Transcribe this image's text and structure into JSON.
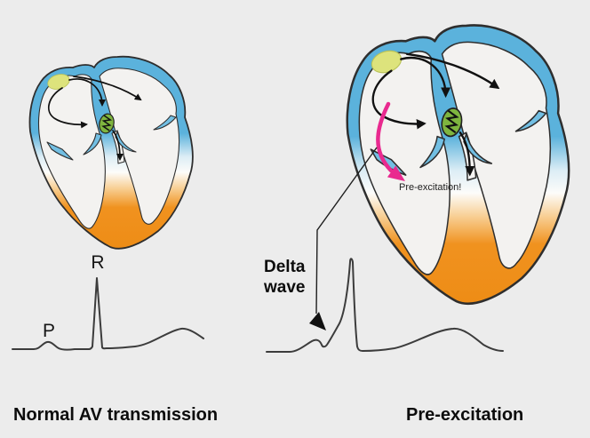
{
  "figure": {
    "left_panel": {
      "caption": "Normal AV transmission",
      "p_label": "P",
      "r_label": "R"
    },
    "right_panel": {
      "caption": "Pre-excitation",
      "delta_label_line1": "Delta",
      "delta_label_line2": "wave",
      "pre_excitation_annotation": "Pre-excitation!"
    },
    "colors": {
      "background": "#ececec",
      "atrium_blue": "#5bb2dc",
      "valve_blue": "#72bfe3",
      "ventricle_orange": "#f0921f",
      "ventricle_orange_deep": "#ee8c15",
      "sa_node_yellow": "#dde37c",
      "av_node_green": "#7fb53f",
      "accessory_pathway_pink": "#e92a8f",
      "chamber_fill": "#f3f2f0",
      "outline_dark": "#2e2e2e",
      "ecg_stroke": "#3c3c3c"
    }
  }
}
